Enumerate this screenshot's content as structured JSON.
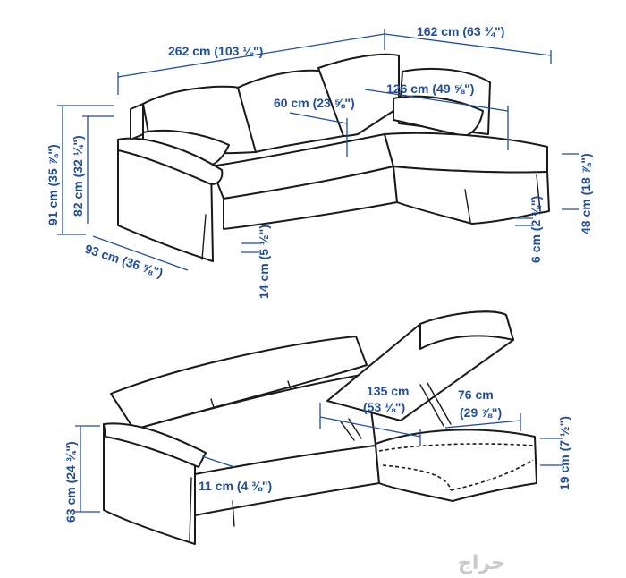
{
  "colors": {
    "dimension": "#1f4f9c",
    "line": "#1a1a1a",
    "background": "#ffffff",
    "watermark": "#c9c9c9"
  },
  "dimensions": {
    "total_width": "262 cm (103 ⅛\")",
    "chaise_depth": "162 cm (63 ¾\")",
    "chaise_inner_length": "126 cm (49 ⅝\")",
    "seat_depth": "60 cm (23 ⅝\")",
    "total_height": "91 cm (35 ⅞\")",
    "back_height": "82 cm (32 ¼\")",
    "depth": "93 cm (36 ⅝\")",
    "leg_gap": "14 cm (5 ½\")",
    "chaise_seat_height": "48 cm (18 ⅞\")",
    "chaise_clearance": "6 cm (2 ⅜\")",
    "storage_length_value": "135 cm",
    "storage_length_inch": "(53 ⅛\")",
    "storage_width_value": "76 cm",
    "storage_width_inch": "(29 ⅞\")",
    "storage_depth": "19 cm (7 ½\")",
    "seat_height": "63 cm (24 ¾\")",
    "armrest_width": "11 cm (4 ⅜\")"
  },
  "watermark": "حراج"
}
